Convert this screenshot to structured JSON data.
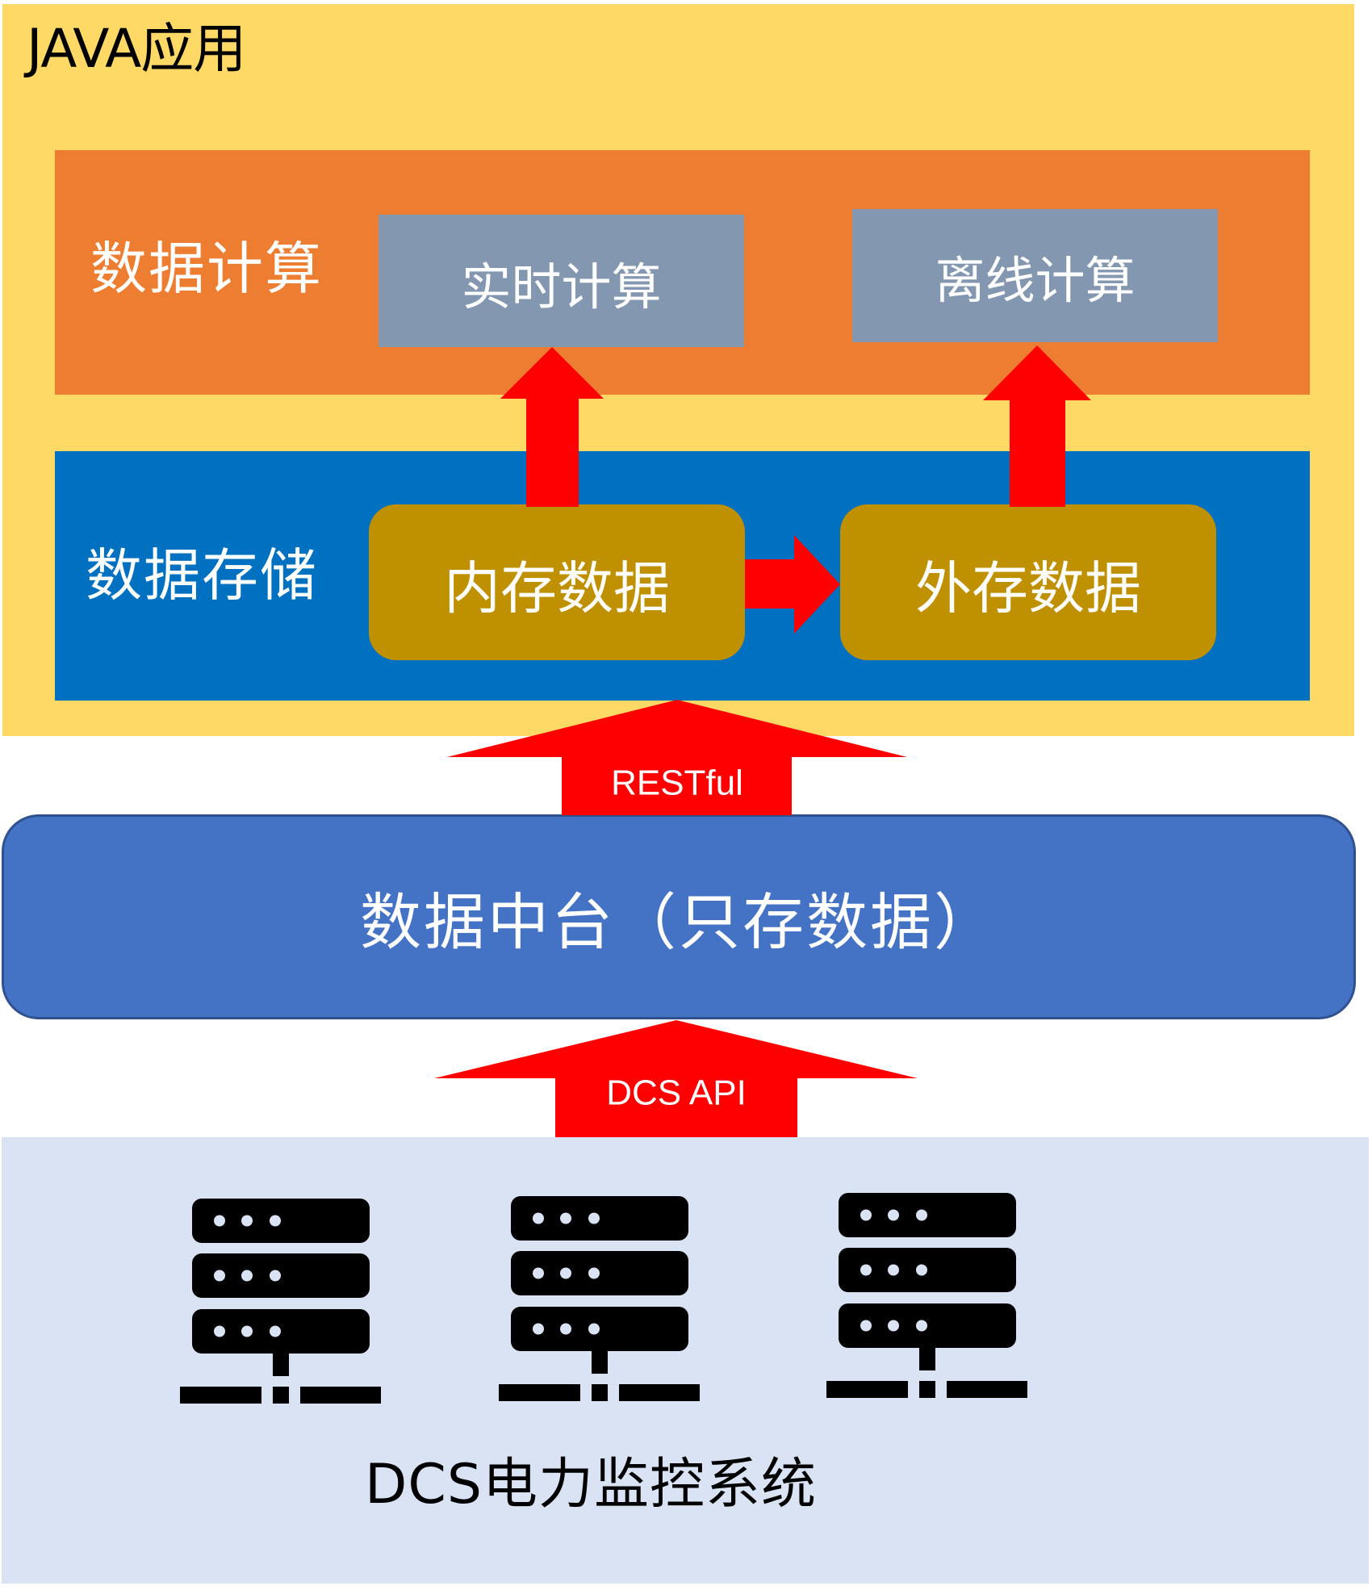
{
  "java_app": {
    "title": "JAVA应用",
    "compute_layer": {
      "label": "数据计算",
      "boxes": [
        {
          "label": "实时计算"
        },
        {
          "label": "离线计算"
        }
      ]
    },
    "storage_layer": {
      "label": "数据存储",
      "boxes": [
        {
          "label": "内存数据"
        },
        {
          "label": "外存数据"
        }
      ]
    }
  },
  "connectors": {
    "restful_label": "RESTful",
    "dcs_api_label": "DCS API"
  },
  "data_platform": {
    "label": "数据中台（只存数据）"
  },
  "dcs_system": {
    "label": "DCS电力监控系统",
    "server_count": 3,
    "servers": [
      {
        "icon": "server-icon"
      },
      {
        "icon": "server-icon"
      },
      {
        "icon": "server-icon"
      }
    ]
  },
  "colors": {
    "java_app_bg": "#FFD966",
    "compute_bg": "#ED7D31",
    "compute_box_bg": "#8497B0",
    "storage_bg": "#0070C0",
    "storage_box_bg": "#BF9000",
    "arrow": "#FF0000",
    "platform_bg": "#4472C4",
    "platform_border": "#2F528F",
    "dcs_bg": "#DAE3F3"
  }
}
